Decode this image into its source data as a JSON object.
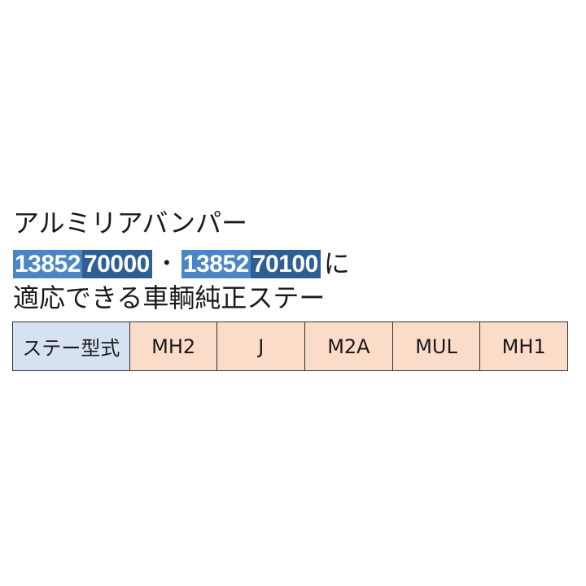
{
  "heading": {
    "line1": "アルミリアバンパー",
    "part_numbers": [
      {
        "prefix": "13852",
        "suffix": "70000"
      },
      {
        "prefix": "13852",
        "suffix": "70100"
      }
    ],
    "separator": "・",
    "line2_suffix": "に",
    "line3": "適応できる車輌純正ステー"
  },
  "colors": {
    "badge_light": "#4a86c5",
    "badge_dark": "#2d5f94",
    "header_cell": "#d6e2f2",
    "value_cell": "#fbdcc8"
  },
  "table": {
    "header": "ステー型式",
    "values": [
      "MH2",
      "J",
      "M2A",
      "MUL",
      "MH1"
    ]
  }
}
